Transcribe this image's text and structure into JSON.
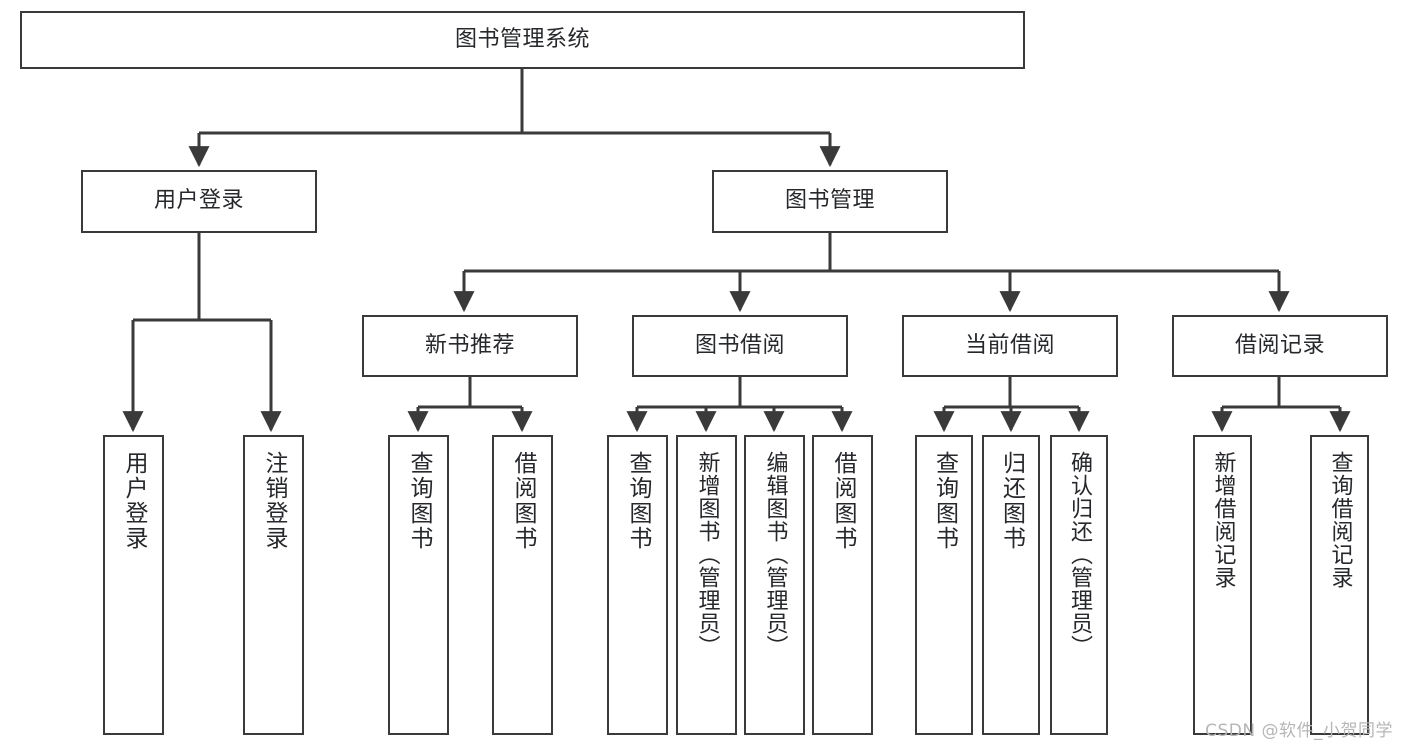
{
  "diagram": {
    "title": "图书管理系统",
    "type": "hierarchy-tree",
    "watermark": "CSDN @软件_小贺同学",
    "colors": {
      "box_border": "#3a3a3a",
      "box_fill": "#ffffff",
      "connector": "#3a3a3a",
      "text": "#26282b",
      "watermark": "#b6b6b6",
      "background": "#ffffff"
    },
    "root": {
      "label": "图书管理系统"
    },
    "level2": [
      {
        "label": "用户登录"
      },
      {
        "label": "图书管理"
      }
    ],
    "level3": [
      {
        "label": "新书推荐"
      },
      {
        "label": "图书借阅"
      },
      {
        "label": "当前借阅"
      },
      {
        "label": "借阅记录"
      }
    ],
    "leaves": {
      "user_login": [
        {
          "label": "用户登录"
        },
        {
          "label": "注销登录"
        }
      ],
      "new_book_recommend": [
        {
          "label": "查询图书"
        },
        {
          "label": "借阅图书"
        }
      ],
      "book_borrow": [
        {
          "label": "查询图书"
        },
        {
          "label": "新增图书（管理员）"
        },
        {
          "label": "编辑图书（管理员）"
        },
        {
          "label": "借阅图书"
        }
      ],
      "current_borrow": [
        {
          "label": "查询图书"
        },
        {
          "label": "归还图书"
        },
        {
          "label": "确认归还（管理员）"
        }
      ],
      "borrow_record": [
        {
          "label": "新增借阅记录"
        },
        {
          "label": "查询借阅记录"
        }
      ]
    }
  }
}
